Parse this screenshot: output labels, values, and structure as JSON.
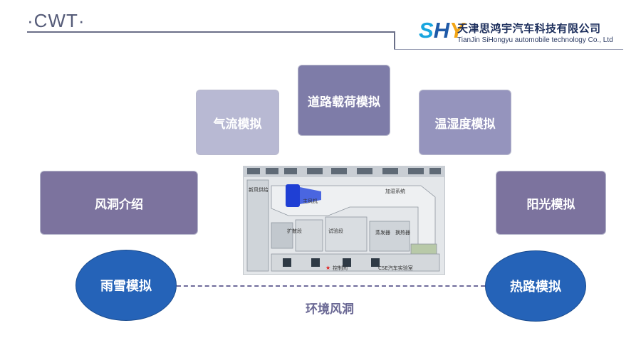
{
  "header": {
    "title": "·CWT·",
    "logo_letters": [
      "S",
      "H",
      "Y"
    ],
    "company_cn": "天津思鸿宇汽车科技有限公司",
    "company_en": "TianJin SiHongyu automobile technology Co., Ltd"
  },
  "boxes": {
    "airflow": "气流模拟",
    "road_load": "道路载荷模拟",
    "temp_humidity": "温湿度模拟",
    "tunnel_intro": "风洞介绍",
    "sunlight": "阳光模拟",
    "rain_snow": "雨雪模拟",
    "hot_road": "热路模拟"
  },
  "center_label": "环境风洞",
  "diagram": {
    "labels": {
      "fan_supply": "新风供给",
      "main_fan": "主风机",
      "humidify": "加湿系统",
      "diffuser": "扩散段",
      "test_section": "试验段",
      "evaporator": "蒸发器",
      "heat_exchanger": "换热器",
      "control_room": "控制间",
      "watermark": "CSE汽车实验室"
    },
    "colors": {
      "fan": "#1f3fd4",
      "marker": "#e02020"
    }
  }
}
